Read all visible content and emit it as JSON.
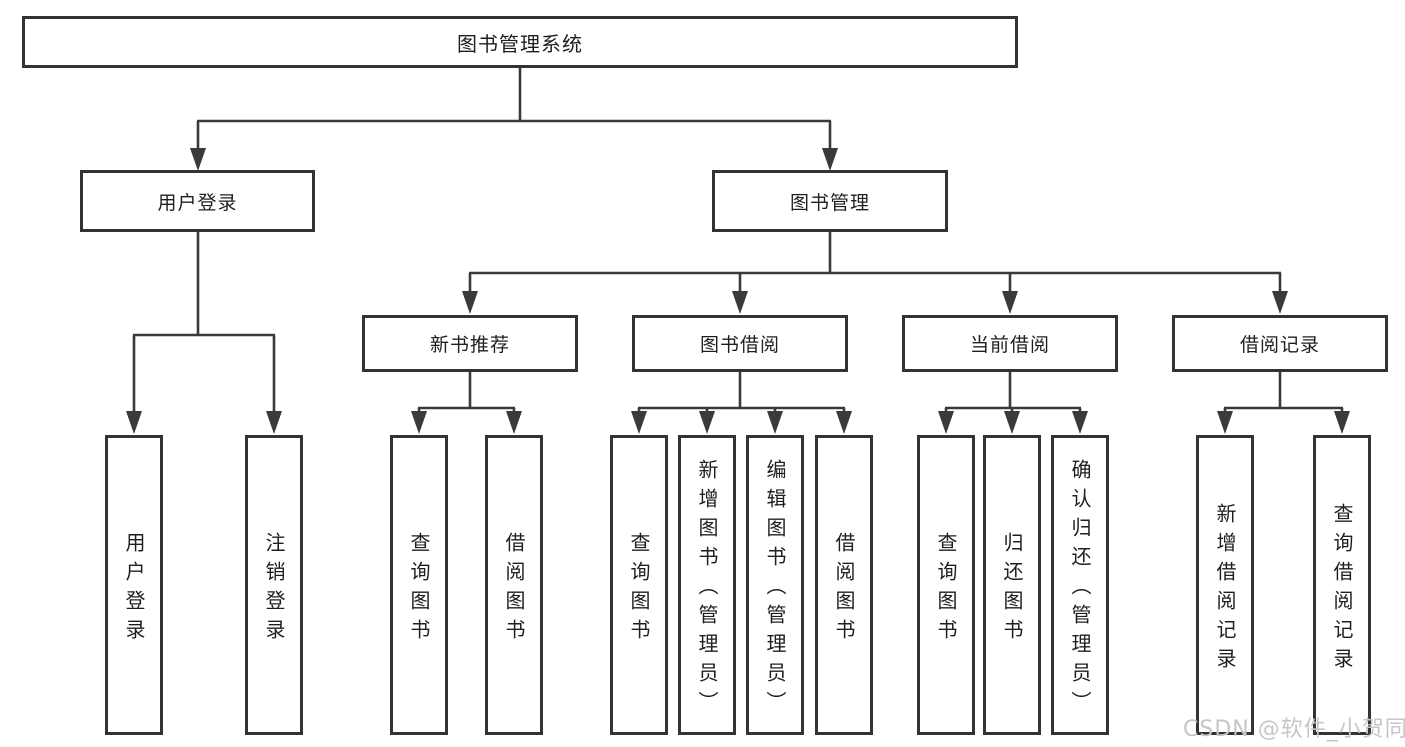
{
  "diagram": {
    "root": {
      "label": "图书管理系统"
    },
    "level2": [
      {
        "label": "用户登录"
      },
      {
        "label": "图书管理"
      }
    ],
    "level3": [
      {
        "label": "新书推荐"
      },
      {
        "label": "图书借阅"
      },
      {
        "label": "当前借阅"
      },
      {
        "label": "借阅记录"
      }
    ],
    "leaves": [
      {
        "label": "用户登录"
      },
      {
        "label": "注销登录"
      },
      {
        "label": "查询图书"
      },
      {
        "label": "借阅图书"
      },
      {
        "label": "查询图书"
      },
      {
        "label": "新增图书（管理员）"
      },
      {
        "label": "编辑图书（管理员）"
      },
      {
        "label": "借阅图书"
      },
      {
        "label": "查询图书"
      },
      {
        "label": "归还图书"
      },
      {
        "label": "确认归还（管理员）"
      },
      {
        "label": "新增借阅记录"
      },
      {
        "label": "查询借阅记录"
      }
    ]
  },
  "watermark": {
    "text": "CSDN @软件_小贺同学"
  },
  "colors": {
    "line": "#3a3a3a",
    "box_border": "#333333",
    "box_fill": "#ffffff",
    "background": "#ffffff",
    "watermark_text": "#c6c6c6"
  }
}
